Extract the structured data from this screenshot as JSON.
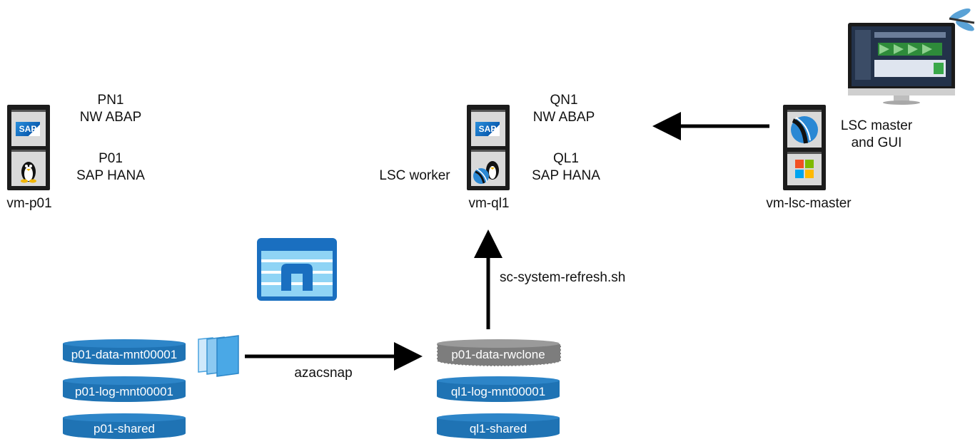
{
  "left_vm": {
    "name": "vm-p01",
    "nw_sid": "PN1",
    "nw_label": "NW ABAP",
    "hana_sid": "P01",
    "hana_label": "SAP HANA"
  },
  "center_vm": {
    "name": "vm-ql1",
    "nw_sid": "QN1",
    "nw_label": "NW ABAP",
    "hana_sid": "QL1",
    "hana_label": "SAP HANA",
    "worker_label": "LSC worker"
  },
  "right_vm": {
    "name": "vm-lsc-master",
    "role_line1": "LSC master",
    "role_line2": "and GUI"
  },
  "sap_logo_text": "SAP",
  "arrows": {
    "refresh_label": "sc-system-refresh.sh",
    "snapshot_label": "azacsnap"
  },
  "left_volumes": [
    "p01-data-mnt00001",
    "p01-log-mnt00001",
    "p01-shared"
  ],
  "right_volumes": [
    "p01-data-rwclone",
    "ql1-log-mnt00001",
    "ql1-shared"
  ],
  "colors": {
    "volume_blue": "#1f73b4",
    "clone_grey": "#7d7d7d",
    "netapp_blue": "#1a6fc0",
    "arrow": "#000000"
  }
}
